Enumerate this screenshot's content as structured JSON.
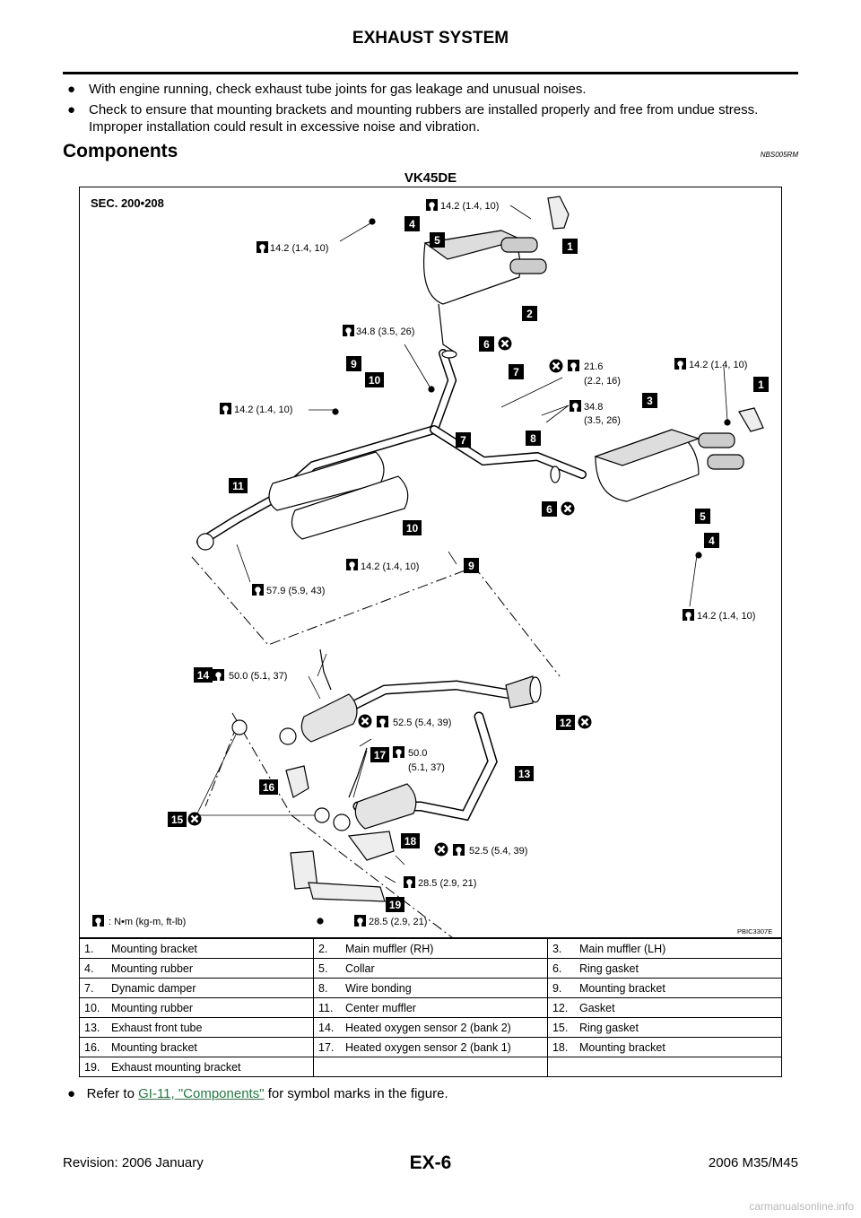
{
  "header": {
    "title": "EXHAUST SYSTEM"
  },
  "bullets": [
    "With engine running, check exhaust tube joints for gas leakage and unusual noises.",
    "Check to ensure that mounting brackets and mounting rubbers are installed properly and free from undue stress. Improper installation could result in excessive noise and vibration."
  ],
  "section": {
    "title": "Components",
    "code": "NBS005RM"
  },
  "figure": {
    "title": "VK45DE",
    "sec": "SEC. 200•208",
    "code": "PBIC3307E",
    "legend_note": ": N•m (kg-m, ft-lb)",
    "callouts": [
      "1",
      "2",
      "3",
      "4",
      "5",
      "6",
      "7",
      "8",
      "9",
      "10",
      "11",
      "12",
      "13",
      "14",
      "15",
      "16",
      "17",
      "18",
      "19"
    ],
    "torques": {
      "t_a": "14.2 (1.4, 10)",
      "t_b": "14.2 (1.4, 10)",
      "t_c": "34.8 (3.5, 26)",
      "t_d1": "21.6",
      "t_d2": "(2.2, 16)",
      "t_e": "14.2 (1.4, 10)",
      "t_f": "14.2 (1.4, 10)",
      "t_g1": "34.8",
      "t_g2": "(3.5, 26)",
      "t_h": "14.2 (1.4, 10)",
      "t_i": "57.9 (5.9, 43)",
      "t_j": "14.2 (1.4, 10)",
      "t_k": "50.0 (5.1, 37)",
      "t_l": "52.5 (5.4, 39)",
      "t_m1": "50.0",
      "t_m2": "(5.1, 37)",
      "t_n": "52.5 (5.4, 39)",
      "t_o": "28.5 (2.9, 21)",
      "t_p": "28.5 (2.9, 21)"
    }
  },
  "legend": [
    [
      "1.",
      "Mounting bracket",
      "2.",
      "Main muffler (RH)",
      "3.",
      "Main muffler (LH)"
    ],
    [
      "4.",
      "Mounting rubber",
      "5.",
      "Collar",
      "6.",
      "Ring gasket"
    ],
    [
      "7.",
      "Dynamic damper",
      "8.",
      "Wire bonding",
      "9.",
      "Mounting bracket"
    ],
    [
      "10.",
      "Mounting rubber",
      "11.",
      "Center muffler",
      "12.",
      "Gasket"
    ],
    [
      "13.",
      "Exhaust front tube",
      "14.",
      "Heated oxygen sensor 2 (bank 2)",
      "15.",
      "Ring gasket"
    ],
    [
      "16.",
      "Mounting bracket",
      "17.",
      "Heated oxygen sensor 2 (bank 1)",
      "18.",
      "Mounting bracket"
    ],
    [
      "19.",
      "Exhaust mounting bracket",
      "",
      "",
      "",
      ""
    ]
  ],
  "footnote": {
    "pre": "Refer to ",
    "link": "GI-11, \"Components\"",
    "post": " for symbol marks in the figure."
  },
  "footer": {
    "revision": "Revision: 2006 January",
    "page": "EX-6",
    "model": "2006 M35/M45"
  },
  "watermark": "carmanualsonline.info"
}
